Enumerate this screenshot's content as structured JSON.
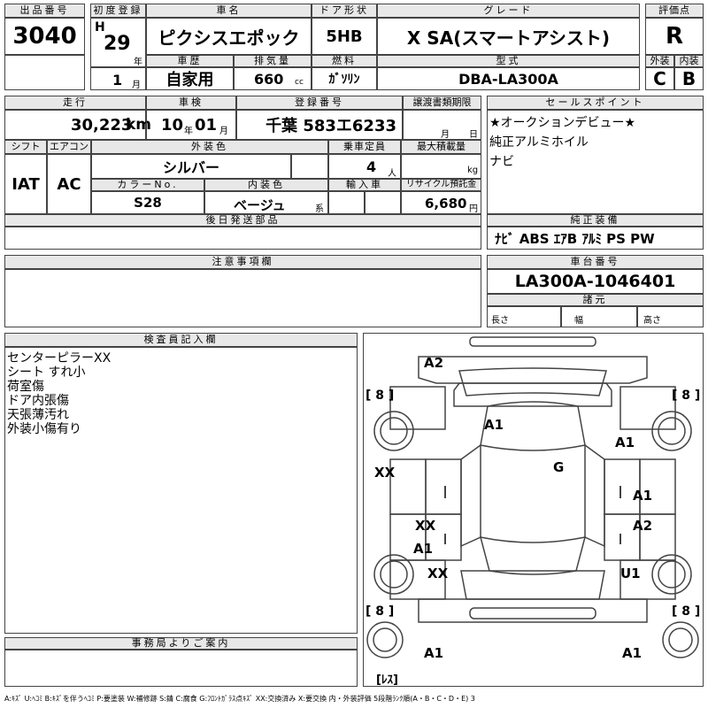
{
  "header": {
    "lot_label": "出品番号",
    "lot": "3040",
    "first_reg_label": "初度登録",
    "era": "H",
    "year": "29",
    "year_unit": "年",
    "month": "1",
    "month_unit": "月",
    "car_name_label": "車名",
    "car_name": "ピクシスエポック",
    "door_label": "ドア形状",
    "door": "5HB",
    "grade_label": "グレード",
    "grade": "X SA(スマートアシスト)",
    "score_label": "評価点",
    "score": "R",
    "history_label": "車歴",
    "history": "自家用",
    "displacement_label": "排気量",
    "displacement": "660",
    "displacement_unit": "cc",
    "fuel_label": "燃料",
    "fuel": "ｶﾞｿﾘﾝ",
    "model_label": "型式",
    "model": "DBA-LA300A",
    "ext_label": "外装",
    "ext": "C",
    "int_label": "内装",
    "int": "B"
  },
  "row2": {
    "mileage_label": "走行",
    "mileage": "30,223",
    "mileage_unit": "km",
    "inspection_label": "車検",
    "insp_year": "10",
    "insp_year_unit": "年",
    "insp_month": "01",
    "insp_month_unit": "月",
    "plate_label": "登録番号",
    "plate": "千葉 583エ6233",
    "transfer_label": "譲渡書類期限",
    "transfer_month_unit": "月",
    "transfer_day_unit": "日",
    "shift_label": "シフト",
    "shift": "IAT",
    "ac_label": "エアコン",
    "ac": "AC",
    "color_label": "外装色",
    "color": "シルバー",
    "capacity_label": "乗車定員",
    "capacity": "4",
    "capacity_unit": "人",
    "maxload_label": "最大積載量",
    "maxload_unit": "kg",
    "colorno_label": "カラーNo.",
    "colorno": "S28",
    "interior_label": "内装色",
    "interior": "ベージュ",
    "interior_unit": "系",
    "import_label": "輸入車",
    "recycle_label": "リサイクル預託金",
    "recycle": "6,680",
    "recycle_unit": "円",
    "later_label": "後日発送部品"
  },
  "sales": {
    "label": "セールスポイント",
    "lines": [
      "★オークションデビュー★",
      "純正アルミホイル",
      "ナビ"
    ]
  },
  "equip": {
    "label": "純正装備",
    "value": "ﾅﾋﾞ ABS ｴｱB ｱﾙﾐ PS PW"
  },
  "caution": {
    "label": "注意事項欄"
  },
  "chassis": {
    "label": "車台番号",
    "value": "LA300A-1046401",
    "spec_label": "諸元",
    "length_label": "長さ",
    "width_label": "幅",
    "height_label": "高さ"
  },
  "inspector": {
    "label": "検査員記入欄",
    "lines": [
      "センターピラーXX",
      "シート すれ小",
      "荷室傷",
      "ドア内張傷",
      "天張薄汚れ",
      "外装小傷有り"
    ]
  },
  "office": {
    "label": "事務局よりご案内"
  },
  "diagram": {
    "marks": [
      "A2",
      "A1",
      "A1",
      "G",
      "XX",
      "A1",
      "XX",
      "A2",
      "A1",
      "XX",
      "U1",
      "A1",
      "A1"
    ],
    "tires": [
      "[ 8 ]",
      "[ 8 ]",
      "[ 8 ]",
      "[ 8 ]"
    ],
    "spare": "[ﾚｽ]"
  },
  "legend": "A:ｷｽﾞ U:ﾍｺﾐ B:ｷｽﾞを伴うﾍｺﾐ P:要塗装 W:補修跡 S:錆 C:腐食 G:ﾌﾛﾝﾄｶﾞﾗｽ点ｷｽﾞ XX:交換済み X:要交換 内・外装評価 5段階ﾗﾝｸ順(A・B・C・D・E) 3"
}
